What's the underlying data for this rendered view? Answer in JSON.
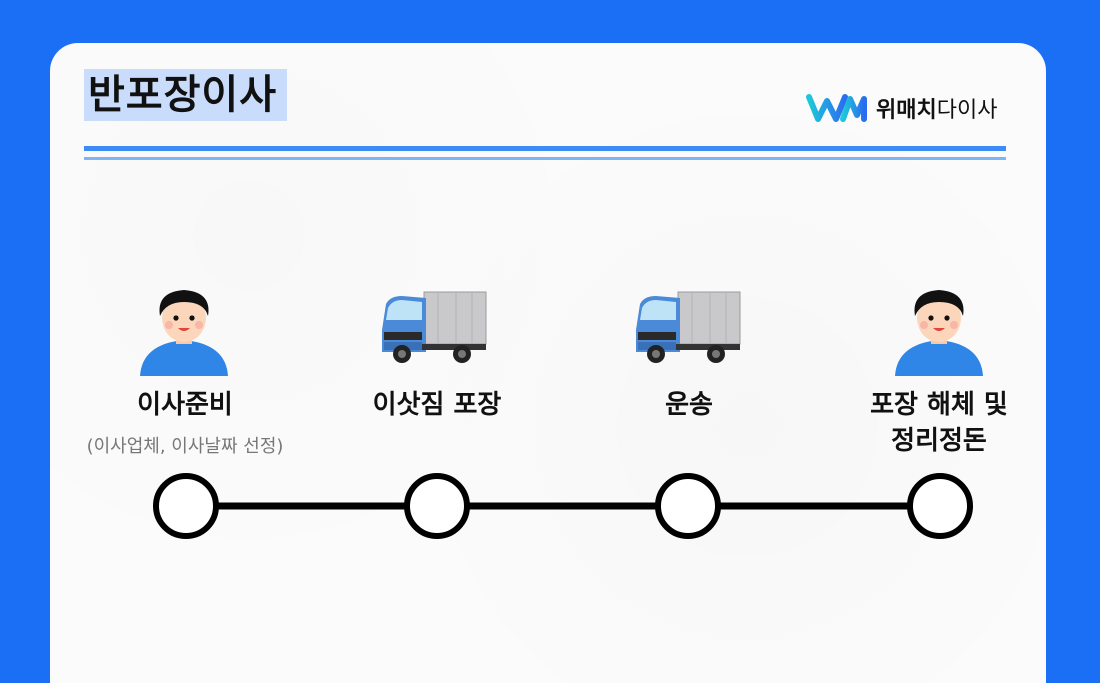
{
  "title": "반포장이사",
  "brand": {
    "name_bold": "위매치",
    "name_rest": "다이사"
  },
  "colors": {
    "background": "#1a6ff5",
    "title_highlight": "#c9dcfb",
    "rule": "#3d8cf5",
    "person_shirt": "#2f86e6",
    "truck_cab": "#4a8ad8"
  },
  "steps": [
    {
      "icon": "person-icon",
      "label": "이사준비",
      "sub": "(이사업체, 이사날짜 선정)"
    },
    {
      "icon": "truck-icon",
      "label": "이삿짐 포장",
      "sub": ""
    },
    {
      "icon": "truck-icon",
      "label": "운송",
      "sub": ""
    },
    {
      "icon": "person-icon",
      "label_line1": "포장 해체 및",
      "label_line2": "정리정돈",
      "sub": ""
    }
  ]
}
